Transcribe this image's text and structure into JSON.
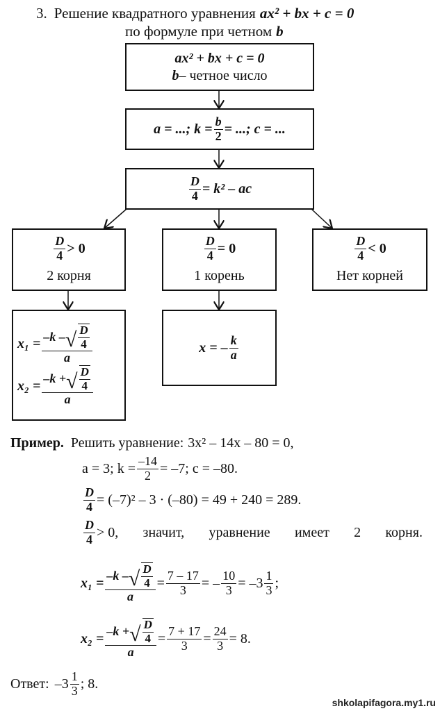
{
  "title": {
    "number": "3.",
    "text": "Решение квадратного уравнения",
    "equation": "ax² + bx + c = 0",
    "line2": "по формуле при четном",
    "line2_var": "b"
  },
  "flow": {
    "start": {
      "equation": "ax² + bx + c = 0",
      "var": "b",
      "condition": "– четное число"
    },
    "coefficients": {
      "a": "a = ...;",
      "k_lhs": "k =",
      "k_num": "b",
      "k_den": "2",
      "k_rhs": "= ...;",
      "c": "c = ..."
    },
    "discriminant": {
      "num": "D",
      "den": "4",
      "rhs": "= k² – ac"
    },
    "branches": [
      {
        "num": "D",
        "den": "4",
        "rel": "> 0",
        "label": "2 корня"
      },
      {
        "num": "D",
        "den": "4",
        "rel": "= 0",
        "label": "1 корень"
      },
      {
        "num": "D",
        "den": "4",
        "rel": "< 0",
        "label": "Нет корней"
      }
    ],
    "roots_two": {
      "x1": "x₁ =",
      "x1_num": "–k –",
      "x2": "x₂ =",
      "x2_num": "–k +",
      "sqrt_num": "D",
      "sqrt_den": "4",
      "den": "a"
    },
    "root_one": {
      "lhs": "x = –",
      "num": "k",
      "den": "a"
    }
  },
  "example": {
    "heading": "Пример.",
    "task": "Решить уравнение:",
    "equation": "3x² – 14x – 80 = 0,",
    "line1": {
      "lhs": "a = 3; k =",
      "num": "–14",
      "den": "2",
      "rhs": "= –7; c = –80."
    },
    "line2": {
      "num": "D",
      "den": "4",
      "rhs": "= (–7)² – 3 · (–80) = 49 + 240 = 289."
    },
    "line3": {
      "num": "D",
      "den": "4",
      "rel": "> 0,",
      "words": [
        "значит,",
        "уравнение",
        "имеет",
        "2",
        "корня."
      ]
    },
    "x1": {
      "lhs": "x₁ =",
      "num": "–k –",
      "sqrt_num": "D",
      "sqrt_den": "4",
      "den": "a",
      "eq1": "=",
      "f1_num": "7 – 17",
      "f1_den": "3",
      "eq2": "= –",
      "f2_num": "10",
      "f2_den": "3",
      "eq3": "= –3",
      "f3_num": "1",
      "f3_den": "3",
      "end": ";"
    },
    "x2": {
      "lhs": "x₂ =",
      "num": "–k +",
      "sqrt_num": "D",
      "sqrt_den": "4",
      "den": "a",
      "eq1": "=",
      "f1_num": "7 + 17",
      "f1_den": "3",
      "eq2": "=",
      "f2_num": "24",
      "f2_den": "3",
      "end": "= 8."
    },
    "answer": {
      "label": "Ответ:",
      "whole": "–3",
      "num": "1",
      "den": "3",
      "rest": "; 8."
    }
  },
  "watermark": "shkolapifagora.my1.ru"
}
